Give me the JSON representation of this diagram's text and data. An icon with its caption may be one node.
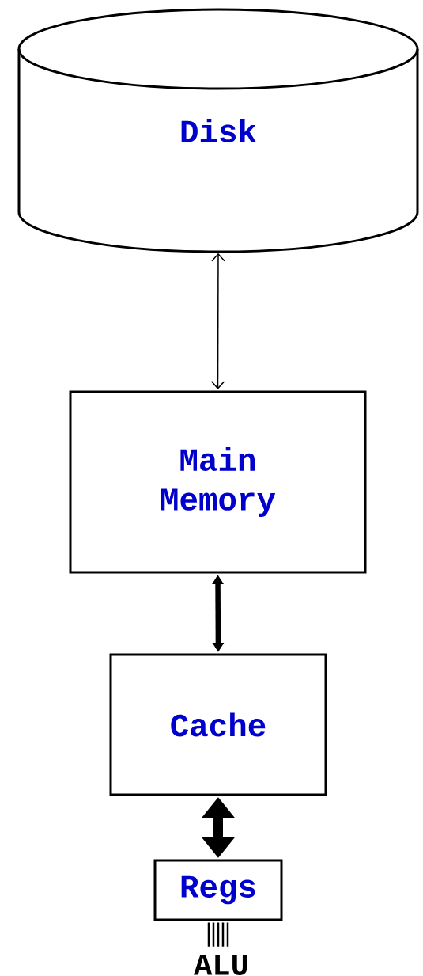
{
  "diagram": {
    "nodes": [
      {
        "text": [
          "Disk"
        ]
      },
      {
        "text": [
          "Main Memory"
        ]
      },
      {
        "text": [
          "Cache"
        ]
      },
      {
        "text": [
          "Regs"
        ]
      },
      {
        "text": [
          "ALU"
        ]
      }
    ],
    "edges": [
      {
        "from": 0,
        "to": 1,
        "arrow": "both"
      },
      {
        "from": 1,
        "to": 2,
        "arrow": "both",
        "style": "thick"
      },
      {
        "from": 2,
        "to": 3,
        "arrow": "both",
        "style": "thick"
      },
      {
        "from": 3,
        "to": 4,
        "arrow": "none"
      }
    ]
  }
}
